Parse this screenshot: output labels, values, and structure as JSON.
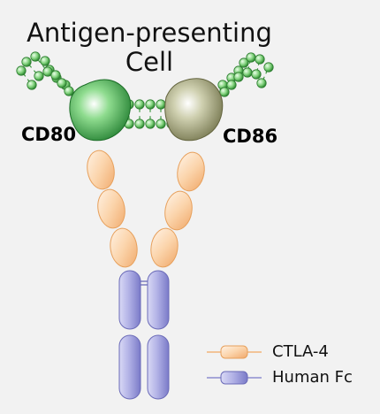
{
  "title": {
    "line1": "Antigen-presenting",
    "line2": "Cell"
  },
  "ligands": {
    "left": "CD80",
    "right": "CD86"
  },
  "legend": [
    {
      "label": "CTLA-4",
      "color": "#f8c89a"
    },
    {
      "label": "Human Fc",
      "color": "#9d9ddc"
    }
  ],
  "colors": {
    "membrane": "#5bb55b",
    "cd80": "#2e8b3a",
    "cd86": "#8b8b5e",
    "ctla4": "#f8c89a",
    "fc": "#9d9ddc",
    "background": "#f2f2f2"
  }
}
